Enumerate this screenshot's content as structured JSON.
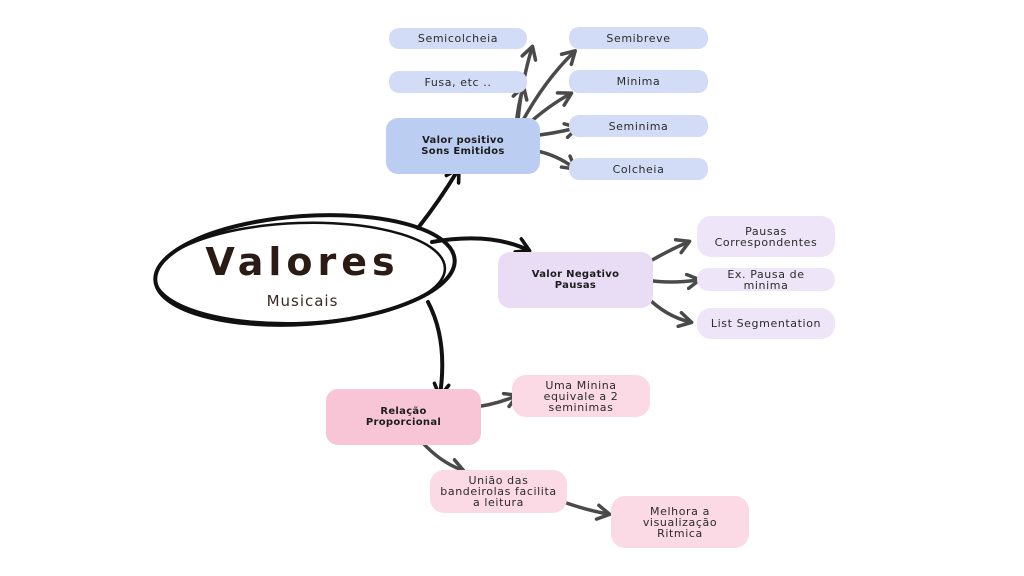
{
  "center": {
    "title": "Valores",
    "subtitle": "Musicais"
  },
  "branches": {
    "positive": {
      "label": "Valor positivo\nSons Emitidos",
      "children": [
        "Semicolcheia",
        "Fusa, etc ..",
        "Semibreve",
        "Minima",
        "Seminima",
        "Colcheia"
      ]
    },
    "negative": {
      "label": "Valor Negativo\nPausas",
      "children": [
        "Pausas\nCorrespondentes",
        "Ex. Pausa de minima",
        "List Segmentation"
      ]
    },
    "proportional": {
      "label": "Relação\nProporcional",
      "children": [
        "Uma Minina\nequivale a 2\nseminimas",
        "União das\nbandeirolas facilita\na leitura",
        "Melhora a\nvisualização\nRitmica"
      ]
    }
  },
  "colors": {
    "positive": "#bccdf2",
    "negative": "#e9dcf5",
    "proportional": "#f8c5d7",
    "arrow": "#4a4a4a",
    "outline": "#111111"
  }
}
